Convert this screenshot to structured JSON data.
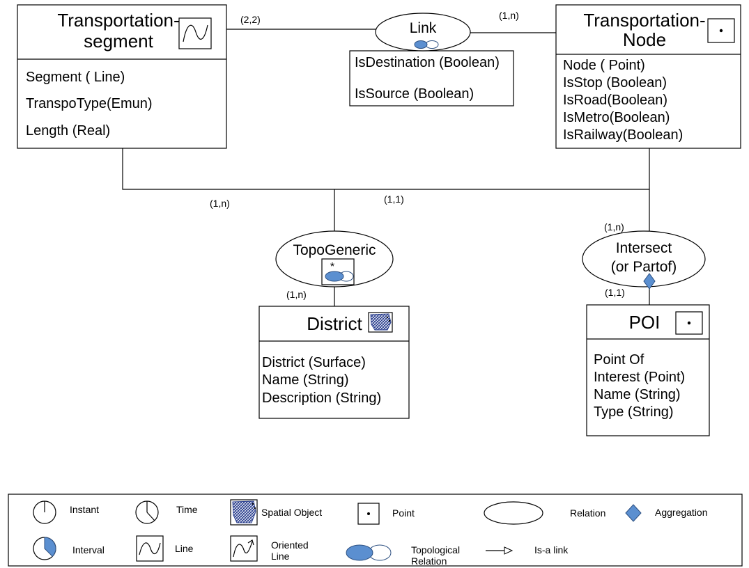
{
  "entities": {
    "transportation_segment": {
      "title_line1": "Transportation-",
      "title_line2": "segment",
      "icon": "line-icon",
      "attributes": [
        "Segment  ( Line)",
        "TranspoType(Emun)",
        "Length (Real)"
      ]
    },
    "transportation_node": {
      "title_line1": "Transportation-",
      "title_line2": "Node",
      "icon": "point-icon",
      "attributes": [
        "Node  ( Point)",
        "IsStop (Boolean)",
        "IsRoad(Boolean)",
        "IsMetro(Boolean)",
        "IsRailway(Boolean)"
      ]
    },
    "district": {
      "title": "District",
      "icon": "spatial-object-icon",
      "attributes": [
        "District (Surface)",
        "Name (String)",
        "Description (String)"
      ]
    },
    "poi": {
      "title": "POI",
      "icon": "point-icon",
      "attributes": [
        "Point Of",
        "Interest (Point)",
        "Name (String)",
        "Type (String)"
      ]
    }
  },
  "relations": {
    "link": {
      "name": "Link",
      "icon": "topological-relation-icon",
      "attributes": [
        "IsDestination (Boolean)",
        "IsSource (Boolean)"
      ]
    },
    "topo_generic": {
      "name": "TopoGeneric",
      "icon_mark": "*",
      "icon": "topological-relation-icon"
    },
    "intersect": {
      "name_line1": "Intersect",
      "name_line2": "(or Partof)",
      "icon": "aggregation-icon"
    }
  },
  "cardinalities": {
    "segment_link": "(2,2)",
    "node_link": "(1,n)",
    "segment_topo": "(1,n)",
    "node_topo": "(1,1)",
    "district_topo": "(1,n)",
    "node_intersect": "(1,n)",
    "poi_intersect": "(1,1)"
  },
  "legend": {
    "instant": "Instant",
    "time": "Time",
    "spatial_object": "Spatial Object",
    "point": "Point",
    "relation": "Relation",
    "aggregation": "Aggregation",
    "interval": "Interval",
    "line": "Line",
    "oriented_line_1": "Oriented",
    "oriented_line_2": "Line",
    "topological_relation_1": "Topological",
    "topological_relation_2": "Relation",
    "isa_link": "Is-a link"
  },
  "colors": {
    "topo_fill": "#5b8fd0",
    "aggregation_fill": "#5b8fd0",
    "stroke": "#000000"
  }
}
